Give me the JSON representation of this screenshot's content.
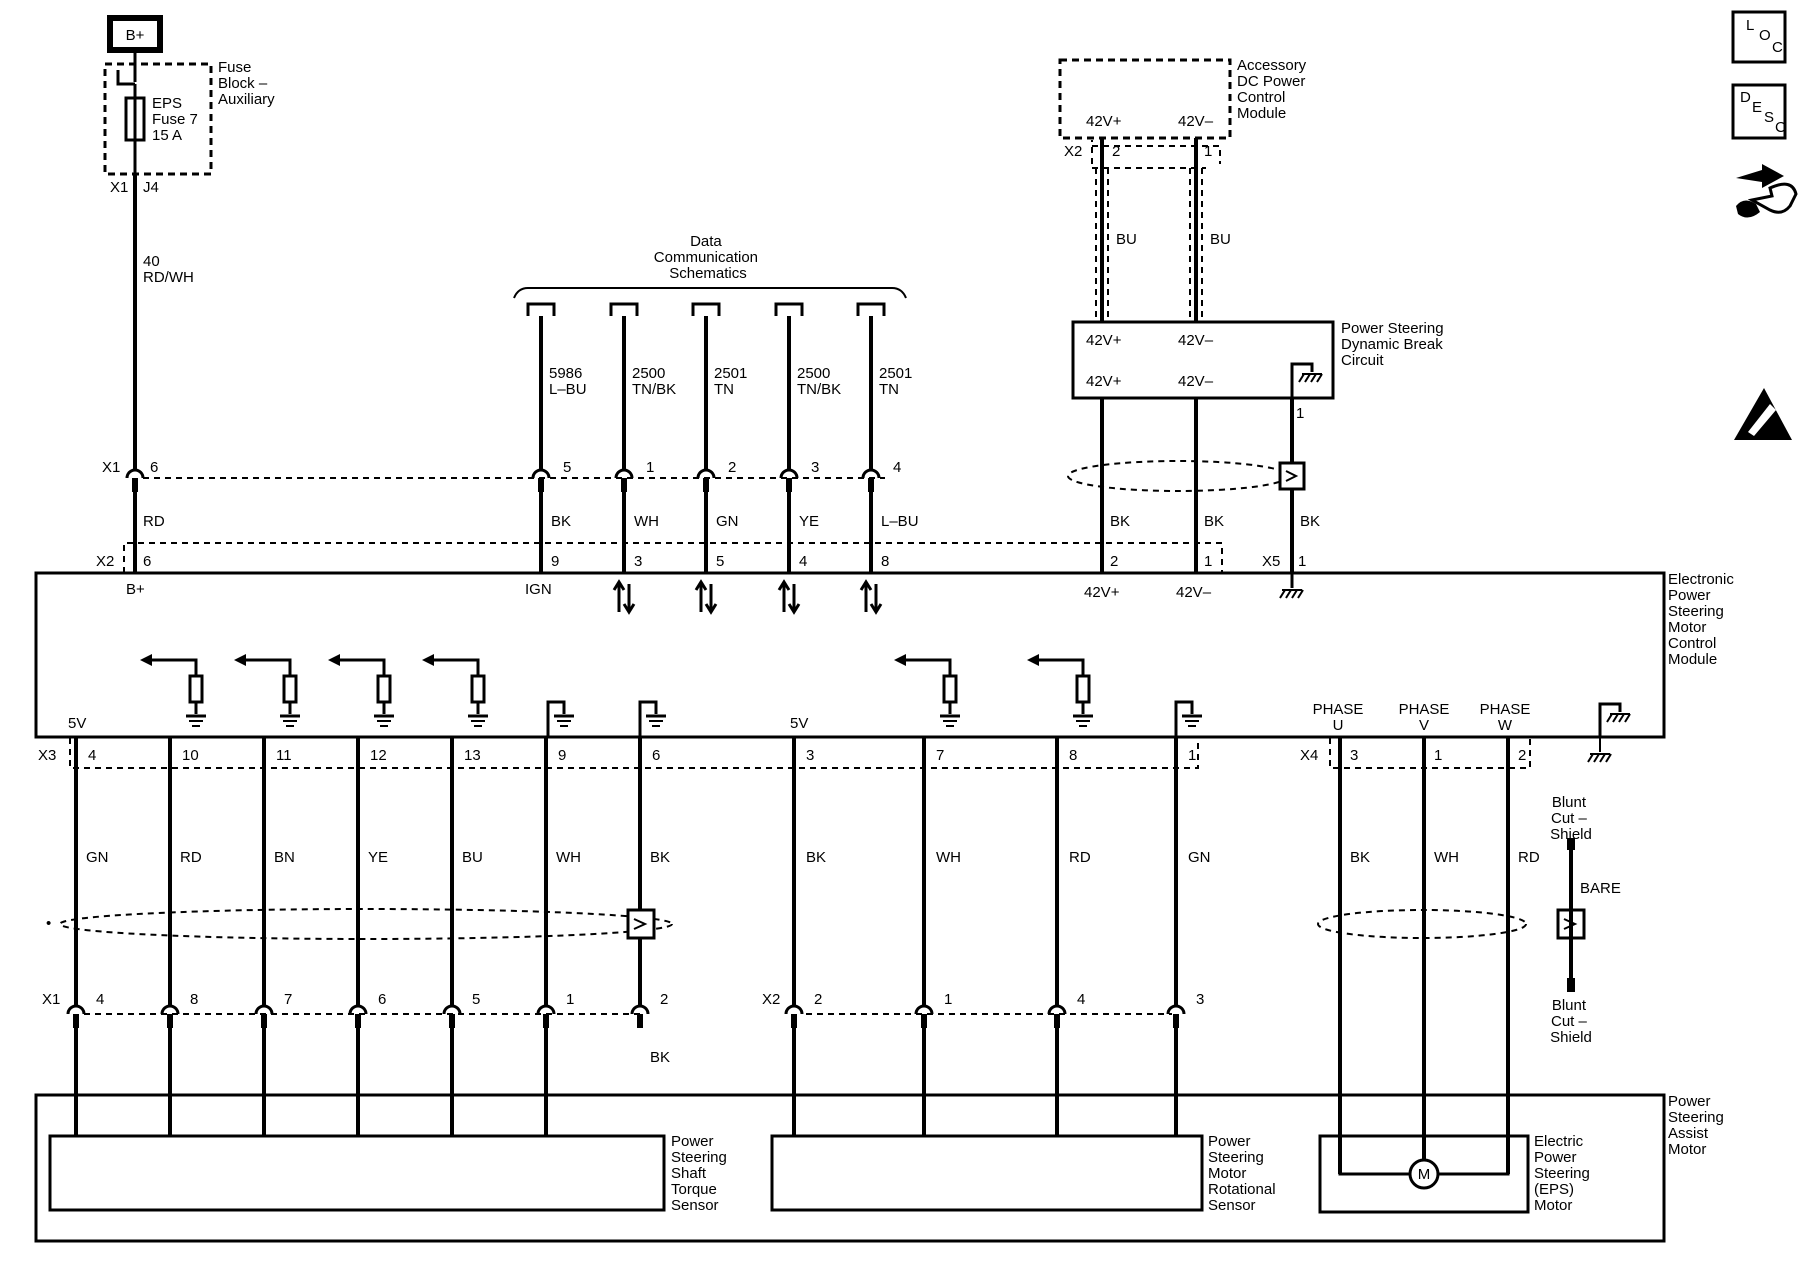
{
  "power": {
    "battery": "B+",
    "fuse_block": [
      "Fuse",
      "Block –",
      "Auxiliary"
    ],
    "fuse": [
      "EPS",
      "Fuse 7",
      "15 A"
    ],
    "x1_conn": "X1",
    "x1_pin": "J4",
    "circuit": "40",
    "circuit_color": "RD/WH"
  },
  "side_icons": {
    "loc": [
      "L",
      "O",
      "C"
    ],
    "desc": [
      "D",
      "E",
      "S",
      "C"
    ]
  },
  "data_comm": {
    "title": [
      "Data",
      "Communication",
      "Schematics"
    ],
    "circuits": [
      {
        "num": "5986",
        "color": "L–BU",
        "x1_pin": "5",
        "wire": "BK",
        "x2_pin": "9",
        "label": "IGN"
      },
      {
        "num": "2500",
        "color": "TN/BK",
        "x1_pin": "1",
        "wire": "WH",
        "x2_pin": "3",
        "label": ""
      },
      {
        "num": "2501",
        "color": "TN",
        "x1_pin": "2",
        "wire": "GN",
        "x2_pin": "5",
        "label": ""
      },
      {
        "num": "2500",
        "color": "TN/BK",
        "x1_pin": "3",
        "wire": "YE",
        "x2_pin": "4",
        "label": ""
      },
      {
        "num": "2501",
        "color": "TN",
        "x1_pin": "4",
        "wire": "L–BU",
        "x2_pin": "8",
        "label": ""
      }
    ]
  },
  "bplus_circuit": {
    "x1_conn": "X1",
    "x1_pin": "6",
    "wire": "RD",
    "x2_conn": "X2",
    "x2_pin": "6",
    "label": "B+"
  },
  "accessory": {
    "name": [
      "Accessory",
      "DC Power",
      "Control",
      "Module"
    ],
    "pos": "42V+",
    "neg": "42V–",
    "conn": "X2",
    "pos_pin": "2",
    "neg_pin": "1",
    "wire": "BU"
  },
  "dynamic_break": {
    "name": [
      "Power Steering",
      "Dynamic Break",
      "Circuit"
    ],
    "pos": "42V+",
    "neg": "42V–",
    "ground_pin": "1"
  },
  "module_top": {
    "pos_wire": "BK",
    "neg_wire": "BK",
    "shield_wire": "BK",
    "pos_pin": "2",
    "neg_pin": "1",
    "x5_conn": "X5",
    "x5_pin": "1",
    "pos_label": "42V+",
    "neg_label": "42V–"
  },
  "control_module": {
    "name": [
      "Electronic",
      "Power",
      "Steering",
      "Motor",
      "Control",
      "Module"
    ]
  },
  "torque_sensor": {
    "x3_conn": "X3",
    "supply_label": "5V",
    "x1_conn": "X1",
    "wires": [
      {
        "x3_pin": "4",
        "color": "GN",
        "x1_pin": "4"
      },
      {
        "x3_pin": "10",
        "color": "RD",
        "x1_pin": "8"
      },
      {
        "x3_pin": "11",
        "color": "BN",
        "x1_pin": "7"
      },
      {
        "x3_pin": "12",
        "color": "YE",
        "x1_pin": "6"
      },
      {
        "x3_pin": "13",
        "color": "BU",
        "x1_pin": "5"
      },
      {
        "x3_pin": "9",
        "color": "WH",
        "x1_pin": "1"
      },
      {
        "x3_pin": "6",
        "color": "BK",
        "x1_pin": "2"
      }
    ],
    "drain_wire": "BK",
    "name": [
      "Power",
      "Steering",
      "Shaft",
      "Torque",
      "Sensor"
    ]
  },
  "rotational_sensor": {
    "supply_label": "5V",
    "x2_conn": "X2",
    "wires": [
      {
        "x3_pin": "3",
        "color": "BK",
        "x2_pin": "2"
      },
      {
        "x3_pin": "7",
        "color": "WH",
        "x2_pin": "1"
      },
      {
        "x3_pin": "8",
        "color": "RD",
        "x2_pin": "4"
      },
      {
        "x3_pin": "1",
        "color": "GN",
        "x2_pin": "3"
      }
    ],
    "name": [
      "Power",
      "Steering",
      "Motor",
      "Rotational",
      "Sensor"
    ]
  },
  "motor": {
    "x4_conn": "X4",
    "phases": [
      {
        "top": "PHASE",
        "bottom": "U",
        "pin": "3",
        "color": "BK"
      },
      {
        "top": "PHASE",
        "bottom": "V",
        "pin": "1",
        "color": "WH"
      },
      {
        "top": "PHASE",
        "bottom": "W",
        "pin": "2",
        "color": "RD"
      }
    ],
    "motor_symbol": "M",
    "name": [
      "Electric",
      "Power",
      "Steering",
      "(EPS)",
      "Motor"
    ]
  },
  "shield": {
    "top": [
      "Blunt",
      "Cut –",
      "Shield"
    ],
    "wire": "BARE",
    "bottom": [
      "Blunt",
      "Cut –",
      "Shield"
    ]
  },
  "assist_motor": {
    "name": [
      "Power",
      "Steering",
      "Assist",
      "Motor"
    ]
  }
}
